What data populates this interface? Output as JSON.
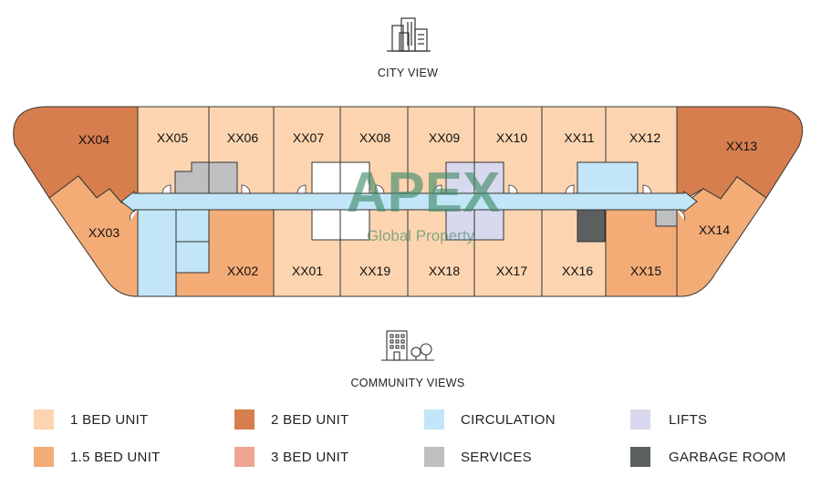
{
  "top_view": {
    "label": "CITY VIEW",
    "icon": "city-buildings-icon"
  },
  "bottom_view": {
    "label": "COMMUNITY VIEWS",
    "icon": "building-trees-icon"
  },
  "units": {
    "xx01": "XX01",
    "xx02": "XX02",
    "xx03": "XX03",
    "xx04": "XX04",
    "xx05": "XX05",
    "xx06": "XX06",
    "xx07": "XX07",
    "xx08": "XX08",
    "xx09": "XX09",
    "xx10": "XX10",
    "xx11": "XX11",
    "xx12": "XX12",
    "xx13": "XX13",
    "xx14": "XX14",
    "xx15": "XX15",
    "xx16": "XX16",
    "xx17": "XX17",
    "xx18": "XX18",
    "xx19": "XX19"
  },
  "watermark": {
    "brand": "APEX",
    "tagline": "Global Property"
  },
  "colors": {
    "bed1": "#FCD5B0",
    "bed15": "#F4AC77",
    "bed2": "#D67E4E",
    "bed3": "#EEA690",
    "circulation": "#C2E6F7",
    "services": "#BEBFC0",
    "lifts": "#D8D8EE",
    "garbage": "#5B5F5F",
    "watermark": "#3E8A68"
  },
  "legend": [
    {
      "label": "1 BED UNIT",
      "color": "#FCD5B0"
    },
    {
      "label": "2 BED UNIT",
      "color": "#D67E4E"
    },
    {
      "label": "CIRCULATION",
      "color": "#C2E6F7"
    },
    {
      "label": "LIFTS",
      "color": "#D8D8EE"
    },
    {
      "label": "1.5 BED UNIT",
      "color": "#F4AC77"
    },
    {
      "label": "3 BED UNIT",
      "color": "#EEA690"
    },
    {
      "label": "SERVICES",
      "color": "#BEBFC0"
    },
    {
      "label": "GARBAGE ROOM",
      "color": "#5B5F5F"
    }
  ]
}
